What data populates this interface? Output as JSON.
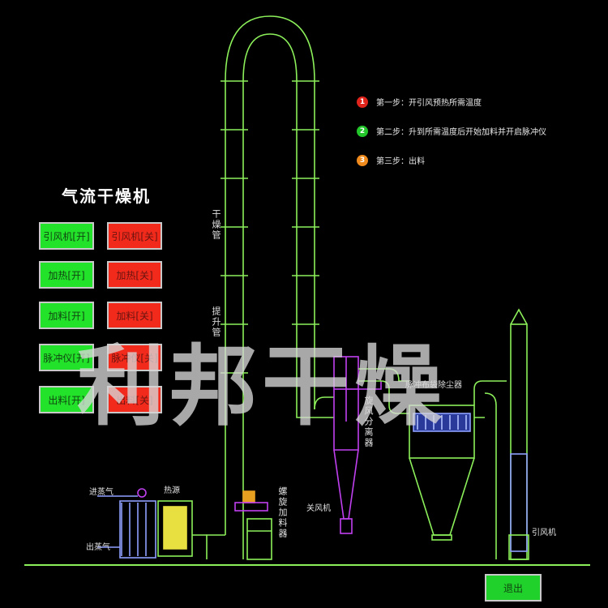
{
  "title": "气流干燥机",
  "steps": [
    {
      "num": "1",
      "text": "第一步：开引风预热所需温度",
      "color": "#e0241c"
    },
    {
      "num": "2",
      "text": "第二步：升到所需温度后开始加料并开启脉冲仪",
      "color": "#22c52a"
    },
    {
      "num": "3",
      "text": "第三步：出料",
      "color": "#f08a1c"
    }
  ],
  "controls": [
    {
      "on": "引风机[开]",
      "off": "引风机[关]"
    },
    {
      "on": "加热[开]",
      "off": "加热[关]"
    },
    {
      "on": "加料[开]",
      "off": "加料[关]"
    },
    {
      "on": "脉冲仪[开]",
      "off": "脉冲仪[关]"
    },
    {
      "on": "出料[开]",
      "off": "出料[关]"
    }
  ],
  "labels": {
    "dry_pipe": "干燥管",
    "riser": "提升管",
    "cyclone": "旋风分离器",
    "bag_filter": "脉冲布袋除尘器",
    "screw_feeder": "螺旋加料器",
    "airlock": "关风机",
    "steam_in": "进蒸气",
    "steam_out": "出蒸气",
    "heat_source": "热源",
    "fan": "引风机"
  },
  "exit_label": "退出",
  "watermark": "利邦干燥",
  "colors": {
    "pipe": "#8cf05a",
    "cyclone": "#c040f0",
    "filter": "#8fa0ff",
    "green": "#22e22a",
    "red": "#f22a1c"
  }
}
